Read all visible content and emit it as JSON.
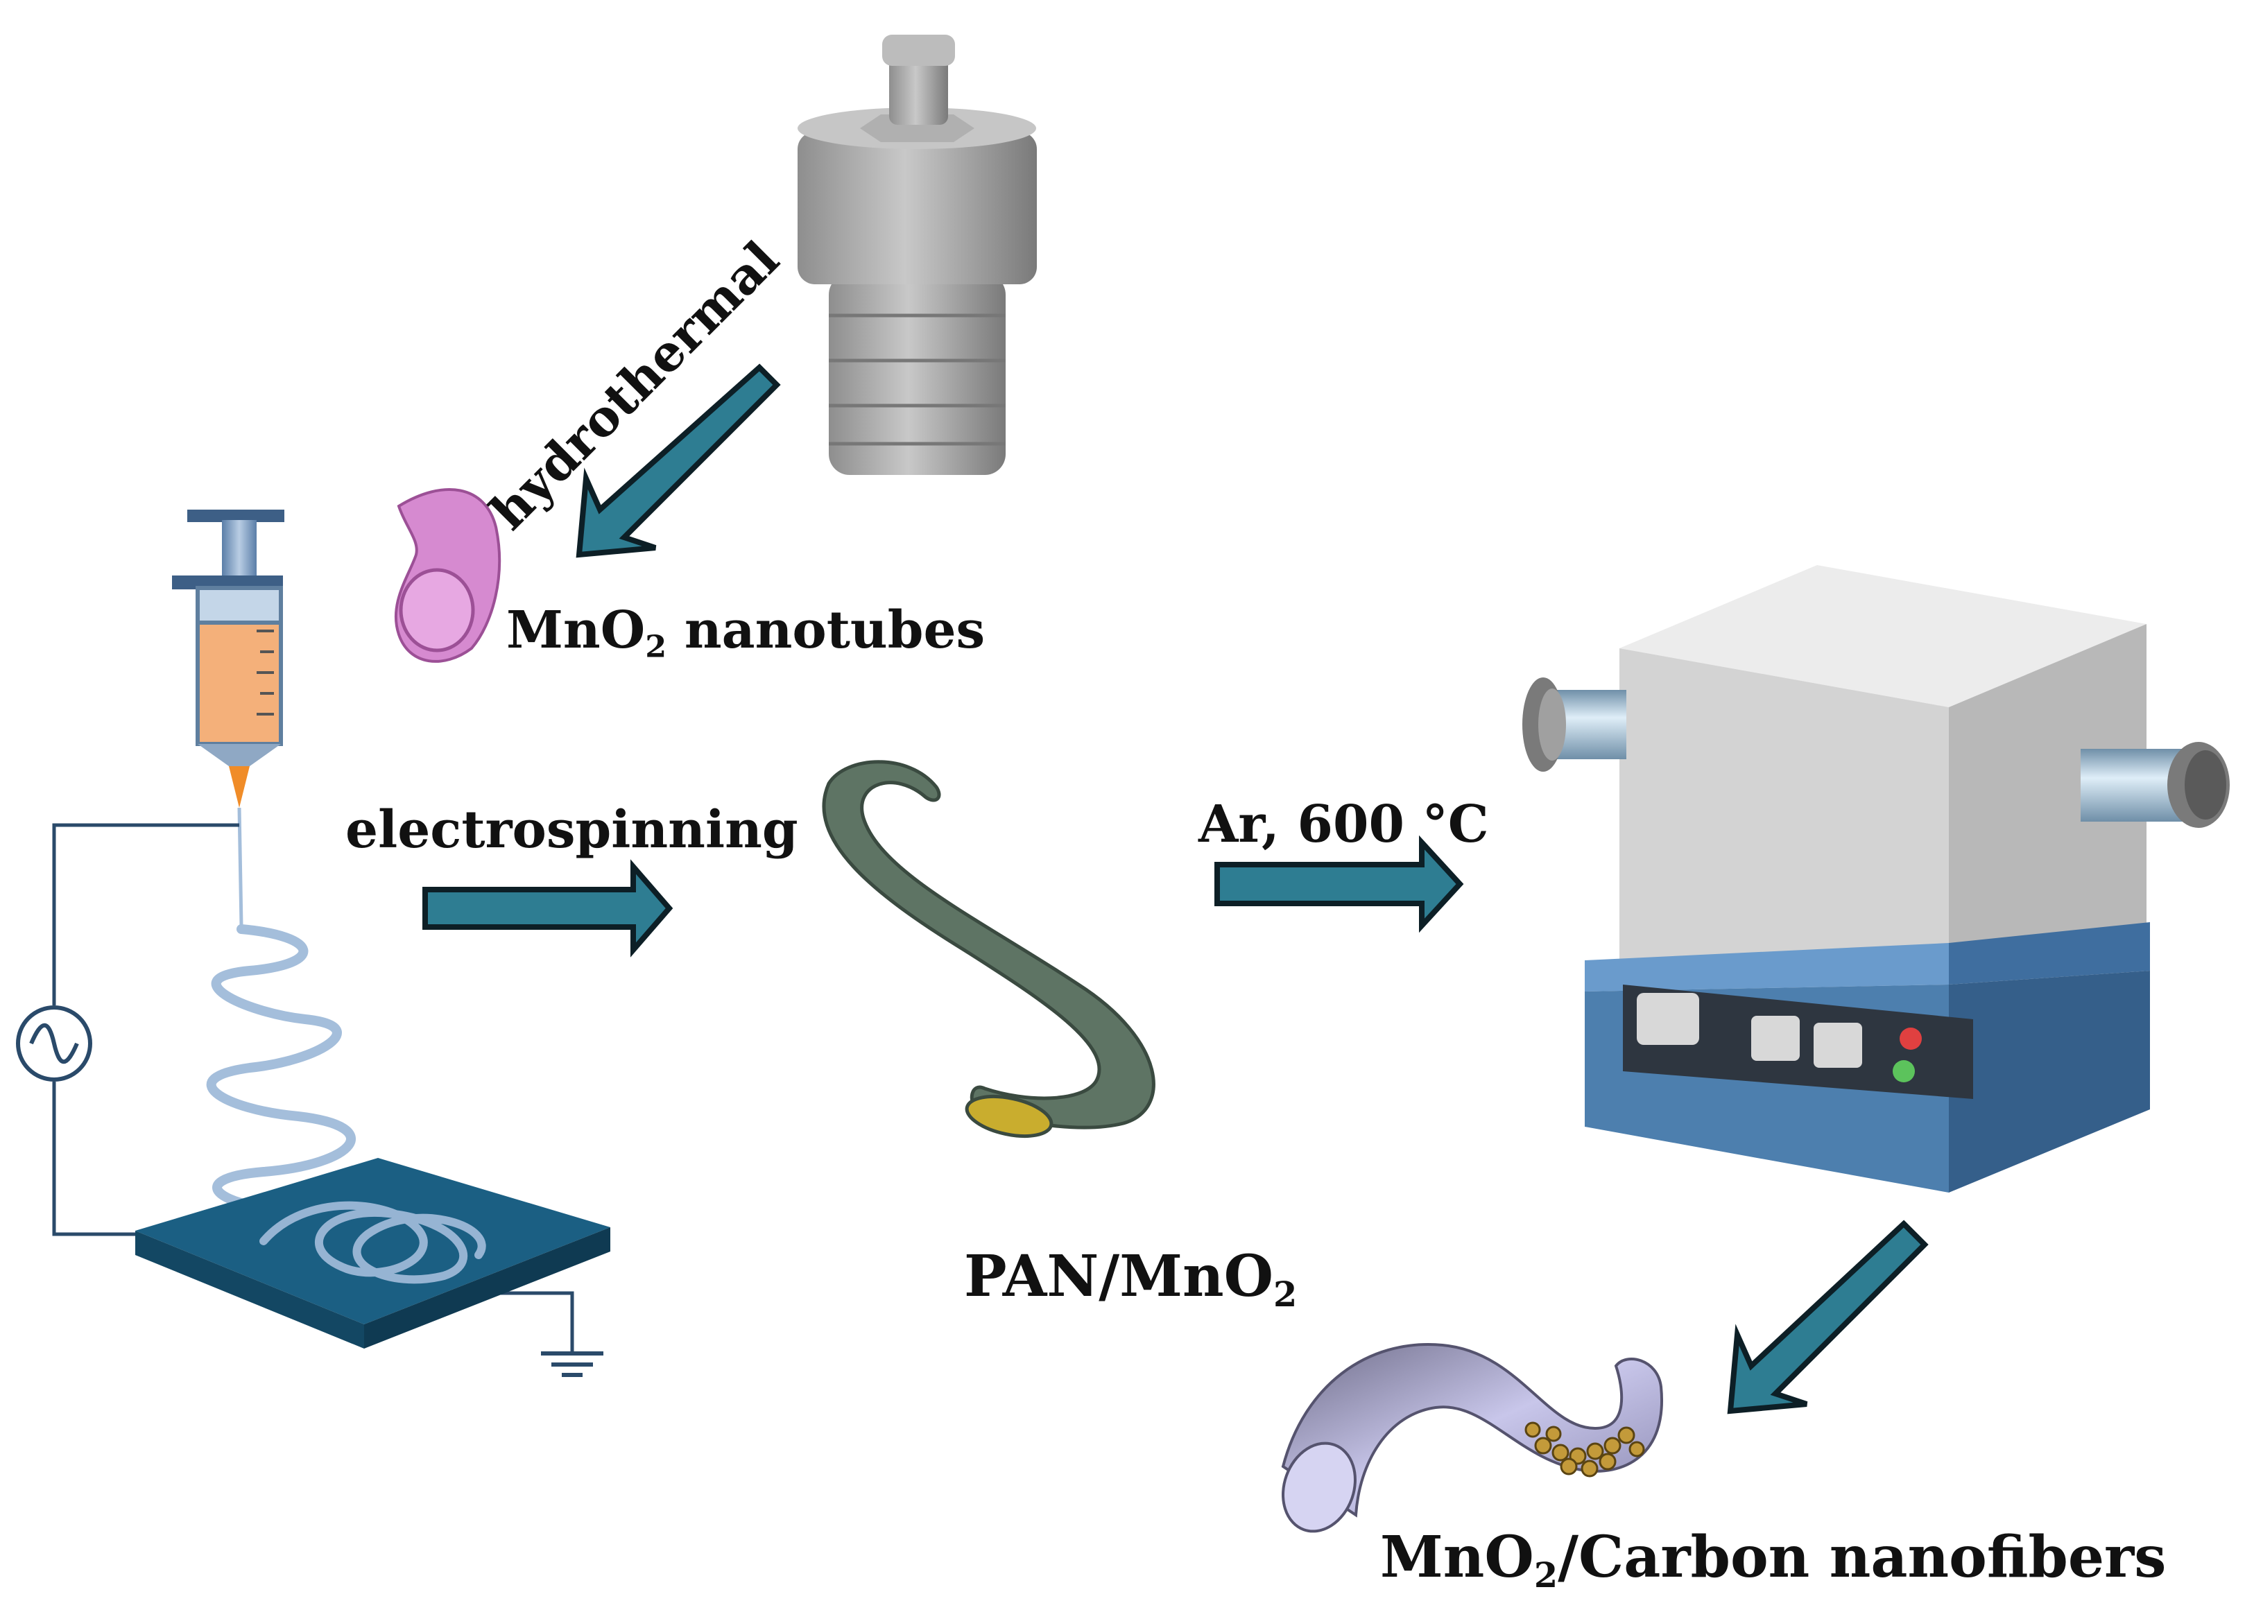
{
  "labels": {
    "hydrothermal": "hydrothermal",
    "mno2_nanotubes": {
      "main": "MnO",
      "sub": "2",
      "rest": " nanotubes"
    },
    "electrospinning": "electrospinning",
    "ar_temp": "Ar, 600 °C",
    "pan_mno2": {
      "main": "PAN/MnO",
      "sub": "2"
    },
    "mno2_carbon": {
      "main": "MnO",
      "sub": "2",
      "rest": "/Carbon nanofibers"
    }
  },
  "colors": {
    "arrow_fill": "#2e7d92",
    "arrow_stroke": "#0d1f26",
    "autoclave": "#a8a8a8",
    "nanotube": "#d68ad0",
    "syringe_fluid": "#f4b07a",
    "collector": "#1b5f83",
    "fiber_jet": "#a4bedb",
    "pan_fiber": "#5e7464",
    "pan_core": "#c9ad2e",
    "furnace_top": "#d9d9d9",
    "furnace_base": "#4d7fae",
    "carbon_fiber": "#b8b6dc",
    "particles": "#c39a3a"
  },
  "icons": [
    "autoclave-icon",
    "syringe-icon",
    "collector-plate-icon",
    "ac-source-icon",
    "ground-icon",
    "tube-furnace-icon",
    "mno2-nanotube-icon",
    "pan-fiber-icon",
    "carbon-nanofiber-icon"
  ]
}
